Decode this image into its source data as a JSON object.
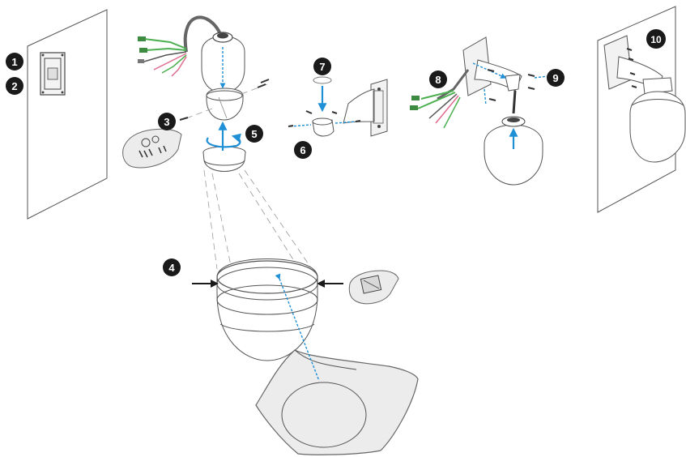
{
  "steps": [
    {
      "id": "step-1",
      "label": "1"
    },
    {
      "id": "step-2",
      "label": "2"
    },
    {
      "id": "step-3",
      "label": "3"
    },
    {
      "id": "step-4",
      "label": "4"
    },
    {
      "id": "step-5",
      "label": "5"
    },
    {
      "id": "step-6",
      "label": "6"
    },
    {
      "id": "step-7",
      "label": "7"
    },
    {
      "id": "step-8",
      "label": "8"
    },
    {
      "id": "step-9",
      "label": "9"
    },
    {
      "id": "step-10",
      "label": "10"
    }
  ],
  "colors": {
    "badge": "#1a1a1a",
    "arrow": "#1f8fd6",
    "line": "#555555",
    "cable": "#666666",
    "wire_green": "#4caf50",
    "wire_pink": "#e06b8e",
    "shade": "#e6e6e6"
  },
  "icons": [
    "wall-panel",
    "mounting-plate",
    "camera-dome",
    "dome-cover",
    "screw",
    "accessory-bag",
    "wall-bracket",
    "mounted-camera"
  ]
}
